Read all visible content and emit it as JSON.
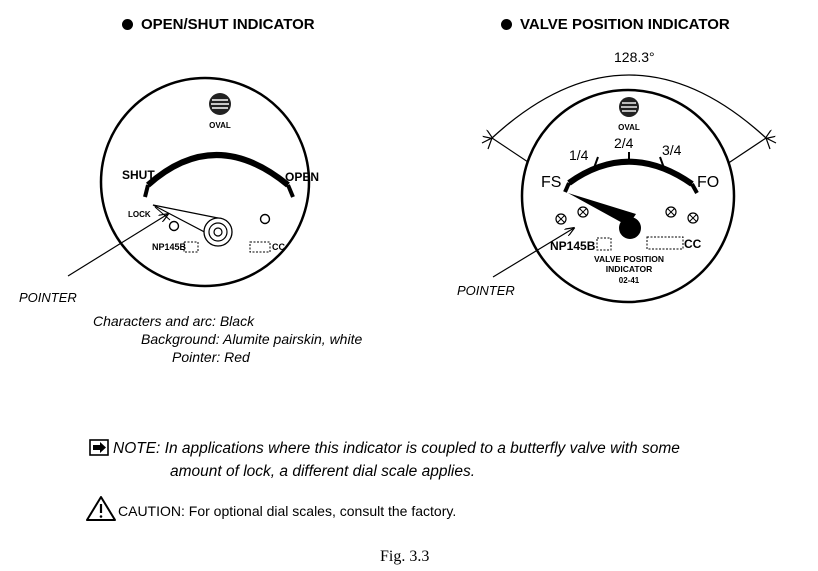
{
  "left_panel": {
    "heading": "OPEN/SHUT INDICATOR",
    "logo_text": "OVAL",
    "label_shut": "SHUT",
    "label_open": "OPEN",
    "label_lock": "LOCK",
    "label_model": "NP145B",
    "label_cc": "CC",
    "pointer_callout": "POINTER"
  },
  "right_panel": {
    "heading": "VALVE POSITION INDICATOR",
    "angle_label": "128.3°",
    "logo_text": "OVAL",
    "label_fs": "FS",
    "label_q1": "1/4",
    "label_q2": "2/4",
    "label_q3": "3/4",
    "label_fo": "FO",
    "label_model": "NP145B",
    "label_cc": "CC",
    "dial_line1": "VALVE POSITION",
    "dial_line2": "INDICATOR",
    "dial_code": "02-41",
    "pointer_callout": "POINTER"
  },
  "legend": {
    "line1": "Characters and arc: Black",
    "line2": "Background: Alumite pairskin, white",
    "line3": "Pointer: Red"
  },
  "note": {
    "icon": "arrow-right-box-icon",
    "line1": "NOTE: In applications where this indicator is coupled to a butterfly valve with some",
    "line2": "amount of lock, a different dial scale applies."
  },
  "caution": {
    "icon": "warning-triangle-icon",
    "text": "CAUTION: For optional dial scales, consult the factory."
  },
  "figure_caption": "Fig. 3.3",
  "colors": {
    "ink": "#000000",
    "background": "#ffffff"
  }
}
